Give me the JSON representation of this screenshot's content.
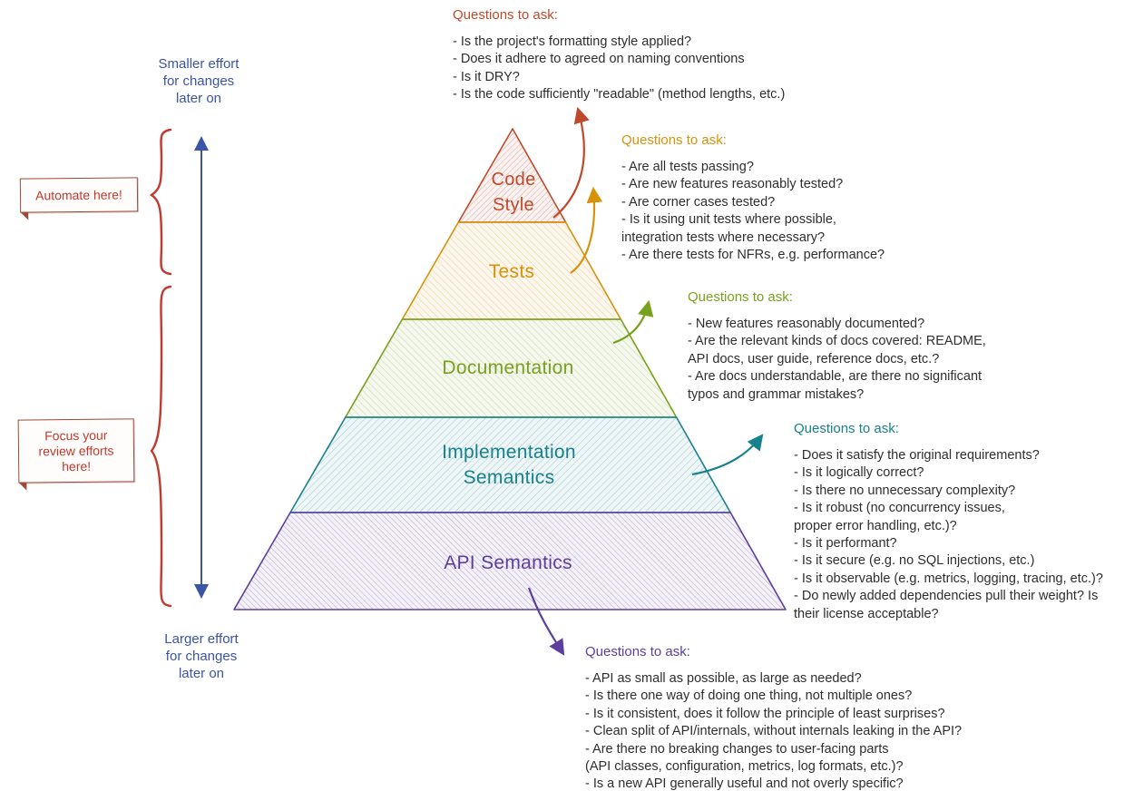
{
  "colors": {
    "code_style": "#bf4a2b",
    "tests": "#d8920a",
    "documentation": "#78a11e",
    "implementation": "#17818d",
    "api": "#5d3e9e",
    "effort_blue": "#3b55a5",
    "note_red": "#c2392d",
    "body_text": "#2e2e2e"
  },
  "left_annotations": {
    "smaller_effort": "Smaller effort\nfor changes\nlater on",
    "larger_effort": "Larger effort\nfor changes\nlater on",
    "automate_note": "Automate here!",
    "focus_note": "Focus your\nreview efforts\nhere!"
  },
  "pyramid": {
    "layers": [
      {
        "id": "code-style",
        "label": "Code\nStyle"
      },
      {
        "id": "tests",
        "label": "Tests"
      },
      {
        "id": "documentation",
        "label": "Documentation"
      },
      {
        "id": "implementation-semantics",
        "label": "Implementation\nSemantics"
      },
      {
        "id": "api-semantics",
        "label": "API Semantics"
      }
    ]
  },
  "questions_header": "Questions to ask:",
  "questions": {
    "code_style": [
      "- Is the project's formatting style applied?",
      "- Does it adhere to agreed on naming conventions",
      "- Is it DRY?",
      "- Is the code sufficiently \"readable\" (method lengths, etc.)"
    ],
    "tests": [
      "- Are all tests passing?",
      "- Are new features reasonably tested?",
      "- Are corner cases tested?",
      "- Is it using unit tests where possible,",
      "integration tests where necessary?",
      "- Are there tests for NFRs, e.g. performance?"
    ],
    "documentation": [
      "- New features reasonably documented?",
      "- Are the relevant kinds of docs covered: README,",
      "API docs, user guide, reference docs, etc.?",
      "- Are docs understandable, are there no significant",
      "typos and grammar mistakes?"
    ],
    "implementation": [
      "- Does it satisfy the original requirements?",
      "- Is it logically correct?",
      "- Is there no unnecessary complexity?",
      "- Is it robust (no concurrency issues,",
      "proper error handling, etc.)?",
      "- Is it performant?",
      "- Is it secure (e.g. no SQL injections, etc.)",
      "- Is it observable (e.g. metrics, logging, tracing, etc.)?",
      "- Do newly added dependencies pull their weight? Is",
      "their license acceptable?"
    ],
    "api": [
      "- API as small as possible, as large as needed?",
      "- Is there one way of doing one thing, not multiple ones?",
      "- Is it consistent, does it follow the principle of least surprises?",
      "- Clean split of API/internals, without internals leaking in the API?",
      "- Are there no breaking changes to user-facing parts",
      "(API classes, configuration, metrics, log formats, etc.)?",
      "- Is a new API generally useful and not overly specific?"
    ]
  }
}
